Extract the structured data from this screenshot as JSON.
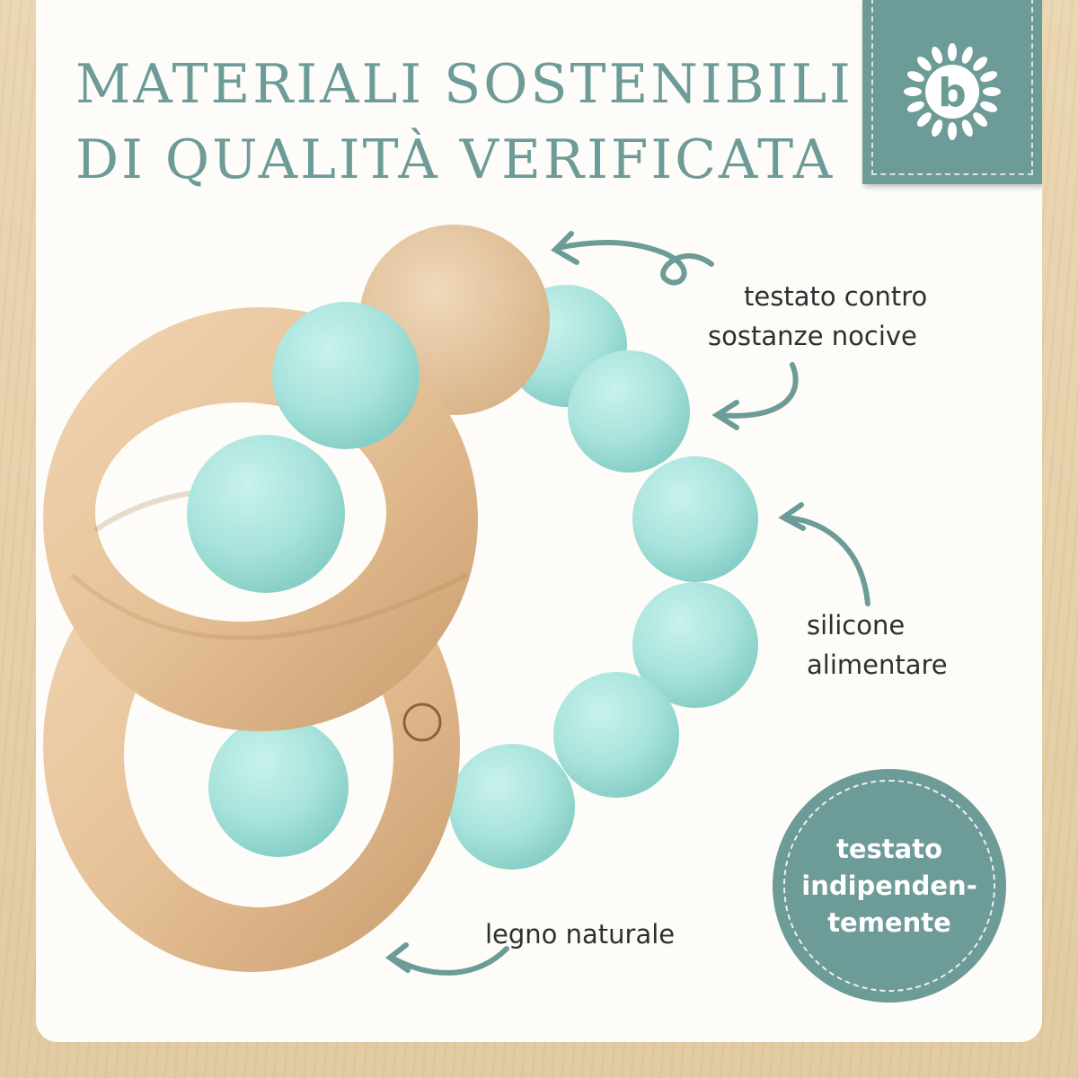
{
  "title": {
    "line1": "Materiali sostenibili",
    "line2": "di qualità verificata"
  },
  "brand": {
    "logo_icon": "b-sunflower-icon",
    "logo_letter": "b",
    "tag_color": "#6c9b98"
  },
  "product": {
    "image_icon": "wood-silicone-teething-rattle"
  },
  "annotations": {
    "harmful_substances": {
      "line1": "testato contro",
      "line2": "sostanze nocive"
    },
    "food_silicone": {
      "line1": "silicone",
      "line2": "alimentare"
    },
    "natural_wood": {
      "line1": "legno naturale"
    }
  },
  "badge": {
    "line1": "testato",
    "line2": "indipenden-",
    "line3": "temente",
    "color": "#6c9b98"
  },
  "colors": {
    "accent": "#6c9b98",
    "bead": "#a7e3dc",
    "wood": "#e9c49d",
    "text": "#2f2f2f"
  }
}
